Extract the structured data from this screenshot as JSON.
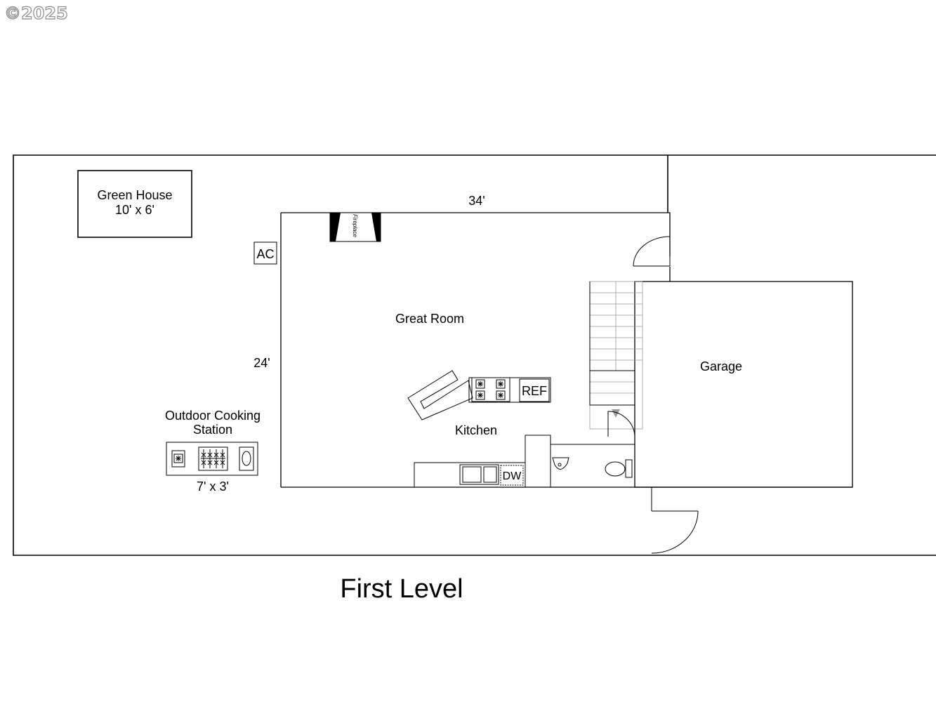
{
  "watermark": "©2025",
  "title": "First Level",
  "rooms": {
    "great_room": "Great Room",
    "kitchen": "Kitchen",
    "garage": "Garage"
  },
  "dimensions": {
    "width": "34'",
    "depth": "24'"
  },
  "greenhouse": {
    "name": "Green House",
    "size": "10' x 6'"
  },
  "outdoor_station": {
    "line1": "Outdoor Cooking",
    "line2": "Station",
    "size": "7' x 3'"
  },
  "fixtures": {
    "ac": "AC",
    "fireplace": "Fireplace",
    "refrigerator": "REF",
    "dishwasher": "DW"
  }
}
